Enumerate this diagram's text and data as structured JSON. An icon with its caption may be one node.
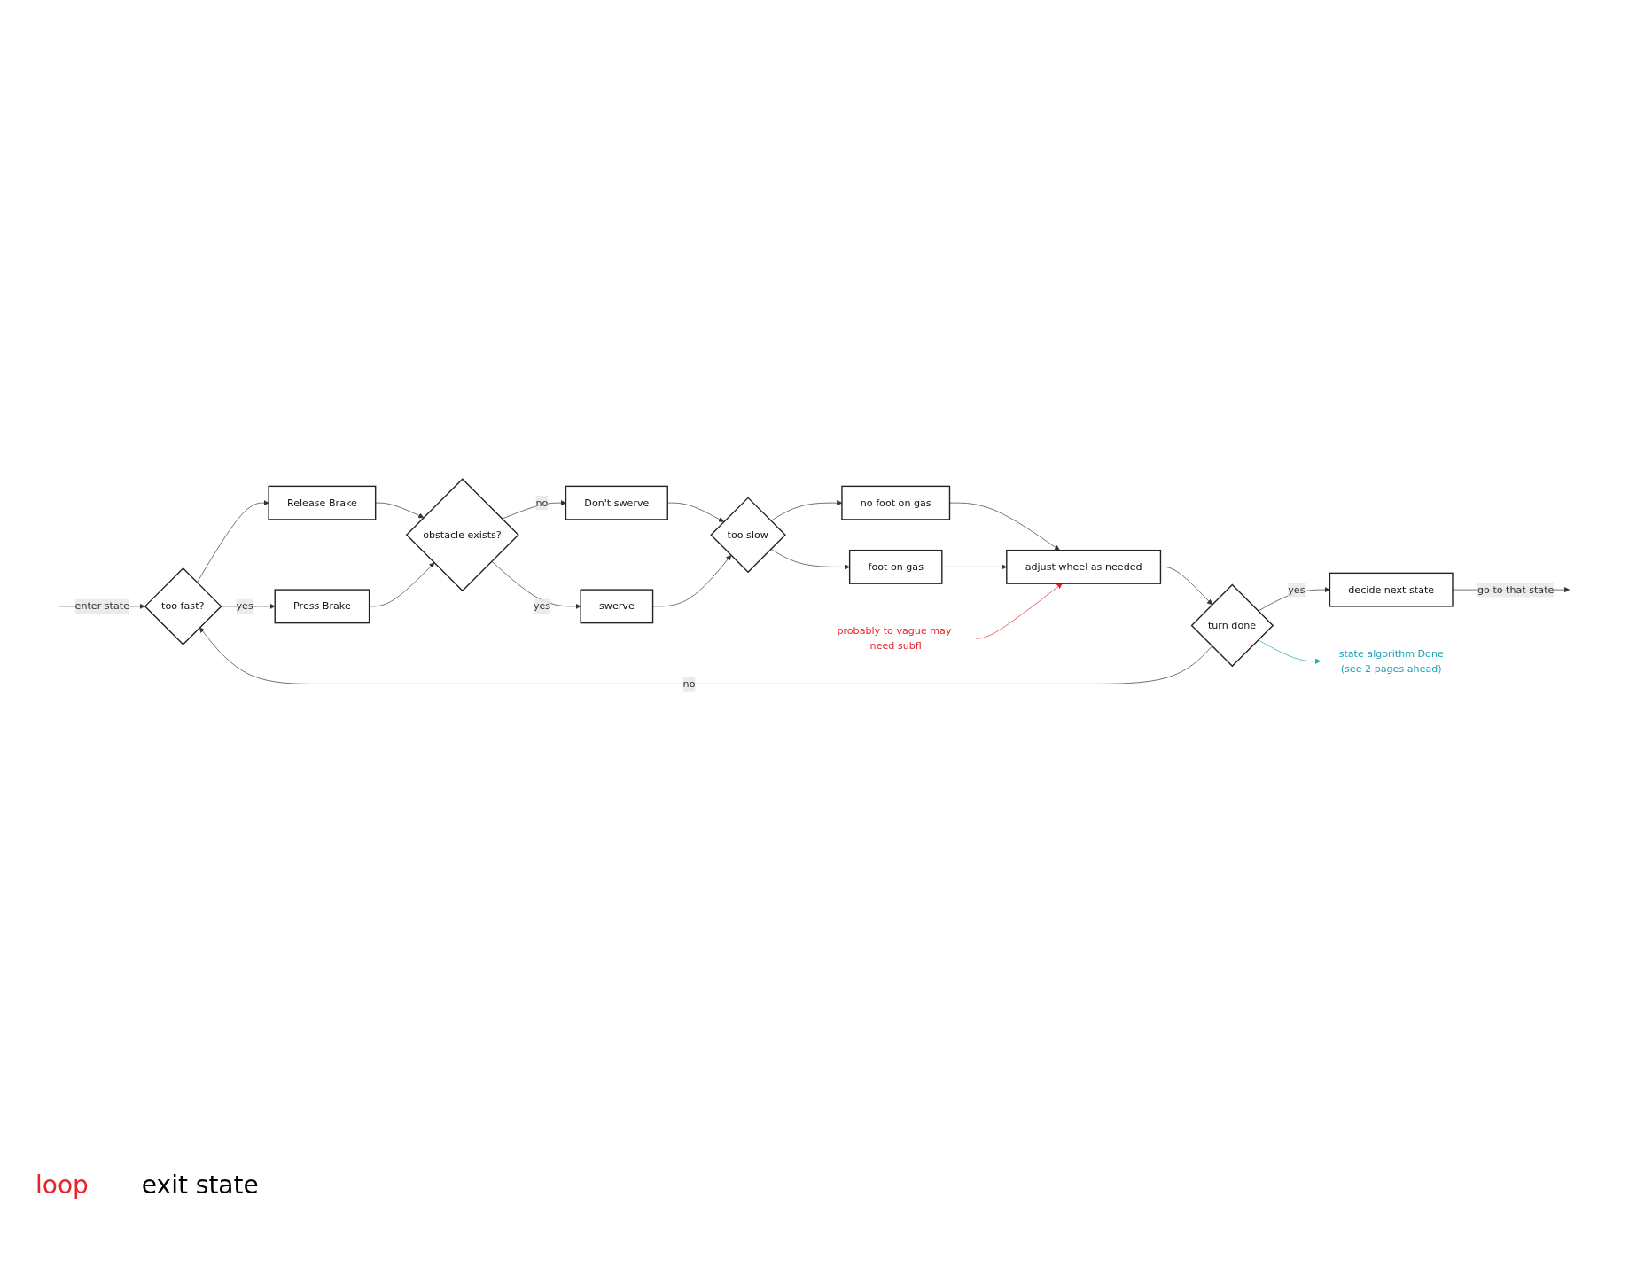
{
  "diagram": {
    "nodes": [
      {
        "text": [
          "too fast?"
        ]
      },
      {
        "text": [
          "Release Brake"
        ]
      },
      {
        "text": [
          "Press Brake"
        ]
      },
      {
        "text": [
          "obstacle exists?"
        ]
      },
      {
        "text": [
          "Don't swerve"
        ]
      },
      {
        "text": [
          "swerve"
        ]
      },
      {
        "text": [
          "too slow"
        ]
      },
      {
        "text": [
          "no foot on gas"
        ]
      },
      {
        "text": [
          "foot on gas"
        ]
      },
      {
        "text": [
          "adjust wheel as needed"
        ]
      },
      {
        "text": [
          "turn done"
        ]
      },
      {
        "text": [
          "decide next state"
        ]
      },
      {
        "text": [
          "state algorithm Done",
          "(see 2 pages ahead)"
        ]
      },
      {
        "text": [
          "probably to vague may need subfl"
        ]
      }
    ],
    "edges": [
      {
        "from": null,
        "to": 0,
        "arrow": "to",
        "label": "enter state"
      },
      {
        "from": 0,
        "to": 1,
        "arrow": "to"
      },
      {
        "from": 0,
        "to": 2,
        "arrow": "to",
        "label": "yes"
      },
      {
        "from": 1,
        "to": 3,
        "arrow": "to"
      },
      {
        "from": 2,
        "to": 3,
        "arrow": "to"
      },
      {
        "from": 3,
        "to": 4,
        "arrow": "to",
        "label": "no"
      },
      {
        "from": 3,
        "to": 5,
        "arrow": "to",
        "label": "yes"
      },
      {
        "from": 4,
        "to": 6,
        "arrow": "to"
      },
      {
        "from": 5,
        "to": 6,
        "arrow": "to"
      },
      {
        "from": 6,
        "to": 7,
        "arrow": "to"
      },
      {
        "from": 6,
        "to": 8,
        "arrow": "to"
      },
      {
        "from": 7,
        "to": 9,
        "arrow": "to"
      },
      {
        "from": 8,
        "to": 9,
        "arrow": "to"
      },
      {
        "from": 9,
        "to": 10,
        "arrow": "to"
      },
      {
        "from": 10,
        "to": 0,
        "arrow": "to",
        "label": "no"
      },
      {
        "from": 10,
        "to": 12,
        "arrow": "to",
        "color": "#1ba3b8"
      },
      {
        "from": 10,
        "to": 11,
        "arrow": "to",
        "label": "yes"
      },
      {
        "from": 11,
        "to": null,
        "arrow": "to",
        "label": "go to that state"
      },
      {
        "from": 13,
        "to": 9,
        "arrow": "to",
        "color": "#e8232a"
      }
    ],
    "labels": [
      "loop",
      "exit state"
    ]
  }
}
